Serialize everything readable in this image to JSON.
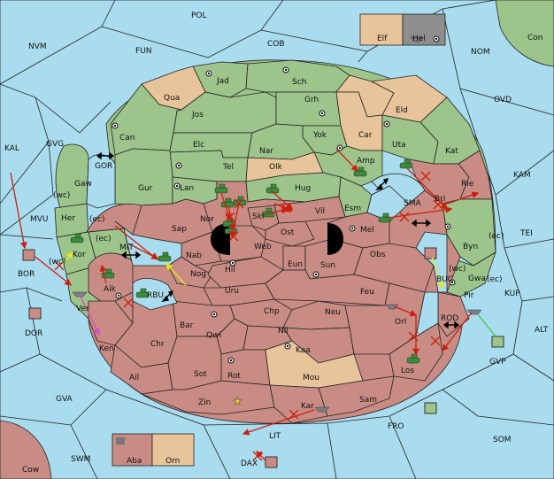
{
  "regions": {
    "pol": "POL",
    "nvm": "NVM",
    "fun": "FUN",
    "cob": "COB",
    "nom": "NOM",
    "elf": "Elf",
    "hel": "Hel",
    "con": "Con",
    "ovd": "OVD",
    "kal": "KAL",
    "gvg": "GVG",
    "kam": "KAM",
    "tei": "TEI",
    "mvu": "MVU",
    "bor": "BOR",
    "kup": "KUP",
    "alt": "ALT",
    "dor": "DOR",
    "gvp": "GVP",
    "gva": "GVA",
    "fro": "FRO",
    "som": "SOM",
    "swm": "SWM",
    "lit": "LIT",
    "dax": "DAX",
    "cow": "Cow",
    "aba": "Aba",
    "orn": "Orn",
    "jad": "Jad",
    "sch": "Sch",
    "qua": "Qua",
    "jos": "Jos",
    "grh": "Grh",
    "eld": "Eld",
    "can": "Can",
    "yok": "Yok",
    "car": "Car",
    "uta": "Uta",
    "kat": "Kat",
    "elc": "Elc",
    "nar": "Nar",
    "amp": "Amp",
    "gor": "GOR",
    "tel": "Tel",
    "olk": "Olk",
    "gaw": "Gaw",
    "wc1": "(wc)",
    "gur": "Gur",
    "lan": "Lan",
    "hug": "Hug",
    "bri": "Bri",
    "rie": "Rie",
    "her": "Her",
    "ec1": "(ec)",
    "vil": "Vil",
    "esm": "Esm",
    "sma": "SMA",
    "nor": "Nor",
    "skr": "Skr",
    "sap": "Sap",
    "ost": "Ost",
    "mel": "Mel",
    "byn": "Byn",
    "ec2": "(ec)",
    "web": "Web",
    "mit": "MIT",
    "ec3": "(ec)",
    "kor": "Kor",
    "wc2": "(wc)",
    "nab": "Nab",
    "obs": "Obs",
    "eun": "Eun",
    "sun": "Sun",
    "hil": "Hil",
    "wc3": "(wc)",
    "gwa": "Gwa",
    "ec4": "(ec)",
    "nog": "Nog",
    "aik": "Aik",
    "rbu": "RBU",
    "buc": "BUC",
    "uru": "Uru",
    "feu": "Feu",
    "pir": "Pir",
    "ver": "Ver",
    "chp": "Chp",
    "neu": "Neu",
    "rod": "ROD",
    "orl": "Orl",
    "bar": "Bar",
    "qwi": "Qwi",
    "nil": "Nil",
    "ken": "Ken",
    "chr": "Chr",
    "kaa": "Kaa",
    "ail": "Ail",
    "sot": "Sot",
    "rot": "Rot",
    "los": "Los",
    "mou": "Mou",
    "zin": "Zin",
    "kar": "Kar",
    "sam": "Sam"
  },
  "colors": {
    "sea": "#a9dcee",
    "green_power": "#9cc48b",
    "red_power": "#c98c84",
    "neutral": "#e8c49a",
    "grey_power": "#8e8e8e"
  },
  "unit_icons": [
    "tank-icon",
    "fleet-icon"
  ],
  "order_colors": {
    "move": "#cc1f10",
    "support": "#e6e61e",
    "convoy": "#d05ab0",
    "friendly_move": "#47c447"
  }
}
